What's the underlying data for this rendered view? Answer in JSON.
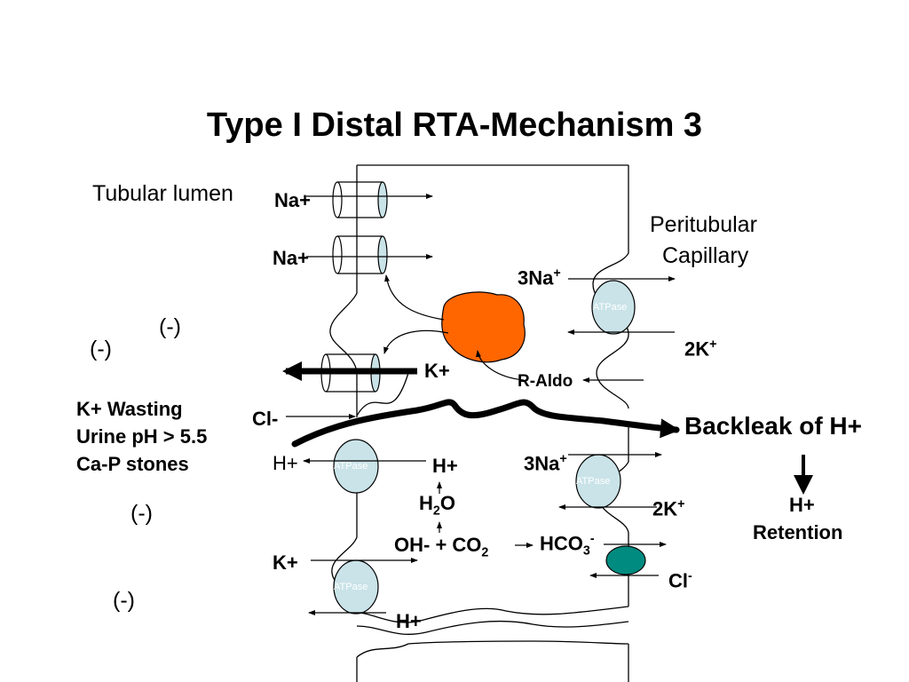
{
  "title": "Type I Distal RTA-Mechanism 3",
  "labels": {
    "tubular_lumen": "Tubular lumen",
    "peritubular_line1": "Peritubular",
    "peritubular_line2": "Capillary",
    "na_top": "Na+",
    "na_second": "Na+",
    "k_channel": "K+",
    "r_aldo": "R-Aldo",
    "three_na_top": "3Na",
    "two_k_top": "2K",
    "backleak": "Backleak of H+",
    "h_retention_line1": "H+",
    "h_retention_line2": "Retention",
    "cl_minus": "Cl-",
    "h_plus_lumen": "H+",
    "h_plus_cell": "H+",
    "h2o_h": "H",
    "h2o_sub": "2",
    "h2o_o": "O",
    "oh_co2": "OH- + CO",
    "co2_sub": "2",
    "three_na_mid": "3Na",
    "two_k_mid": "2K",
    "hco3": "HCO",
    "hco3_sub": "3",
    "hco3_sup": "-",
    "cl_bottom": "Cl",
    "cl_bottom_sup": "-",
    "k_bottom": "K+",
    "h_bottom": "H+",
    "plus_sup": "+",
    "minus_1": "(-)",
    "minus_2": "(-)",
    "minus_3": "(-)",
    "minus_4": "(-)",
    "wasting_1": "K+ Wasting",
    "wasting_2": "Urine pH > 5.5",
    "wasting_3": "Ca-P stones",
    "atpase": "ATPase"
  },
  "colors": {
    "aldo_receptor": "#ff6600",
    "channel_fill": "#c9e3e8",
    "atpase_fill": "#c9e3e8",
    "exchanger_fill": "#008b80"
  }
}
